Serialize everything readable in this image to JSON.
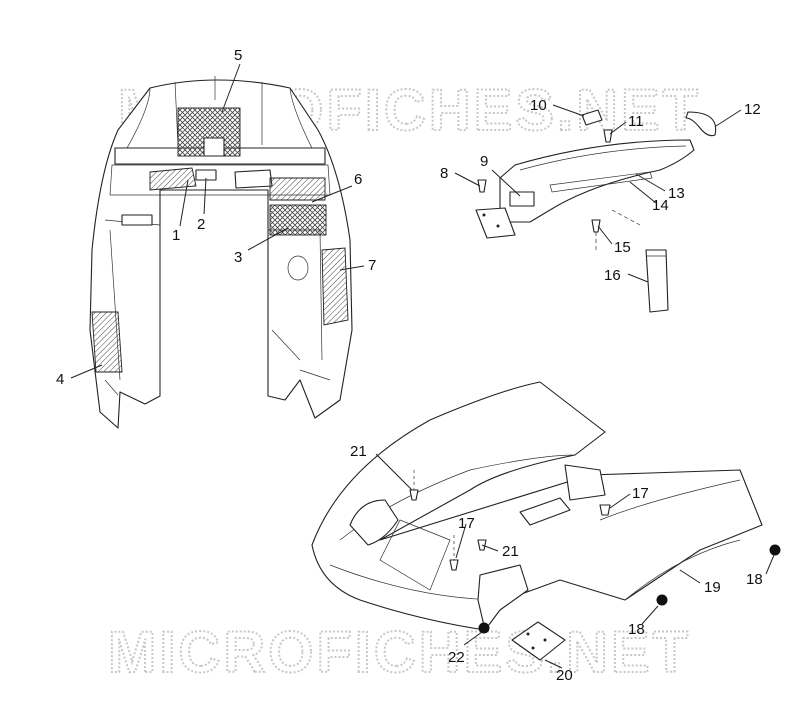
{
  "watermark": {
    "text": "MICROFICHES.NET"
  },
  "callouts": [
    {
      "id": "1",
      "label": "1"
    },
    {
      "id": "2",
      "label": "2"
    },
    {
      "id": "3",
      "label": "3"
    },
    {
      "id": "4",
      "label": "4"
    },
    {
      "id": "5",
      "label": "5"
    },
    {
      "id": "6",
      "label": "6"
    },
    {
      "id": "7",
      "label": "7"
    },
    {
      "id": "8",
      "label": "8"
    },
    {
      "id": "9",
      "label": "9"
    },
    {
      "id": "10",
      "label": "10"
    },
    {
      "id": "11",
      "label": "11"
    },
    {
      "id": "12",
      "label": "12"
    },
    {
      "id": "13",
      "label": "13"
    },
    {
      "id": "14",
      "label": "14"
    },
    {
      "id": "15",
      "label": "15"
    },
    {
      "id": "16",
      "label": "16"
    },
    {
      "id": "17a",
      "label": "17"
    },
    {
      "id": "17b",
      "label": "17"
    },
    {
      "id": "18a",
      "label": "18"
    },
    {
      "id": "18b",
      "label": "18"
    },
    {
      "id": "19",
      "label": "19"
    },
    {
      "id": "20",
      "label": "20"
    },
    {
      "id": "21a",
      "label": "21"
    },
    {
      "id": "21b",
      "label": "21"
    },
    {
      "id": "22",
      "label": "22"
    }
  ]
}
